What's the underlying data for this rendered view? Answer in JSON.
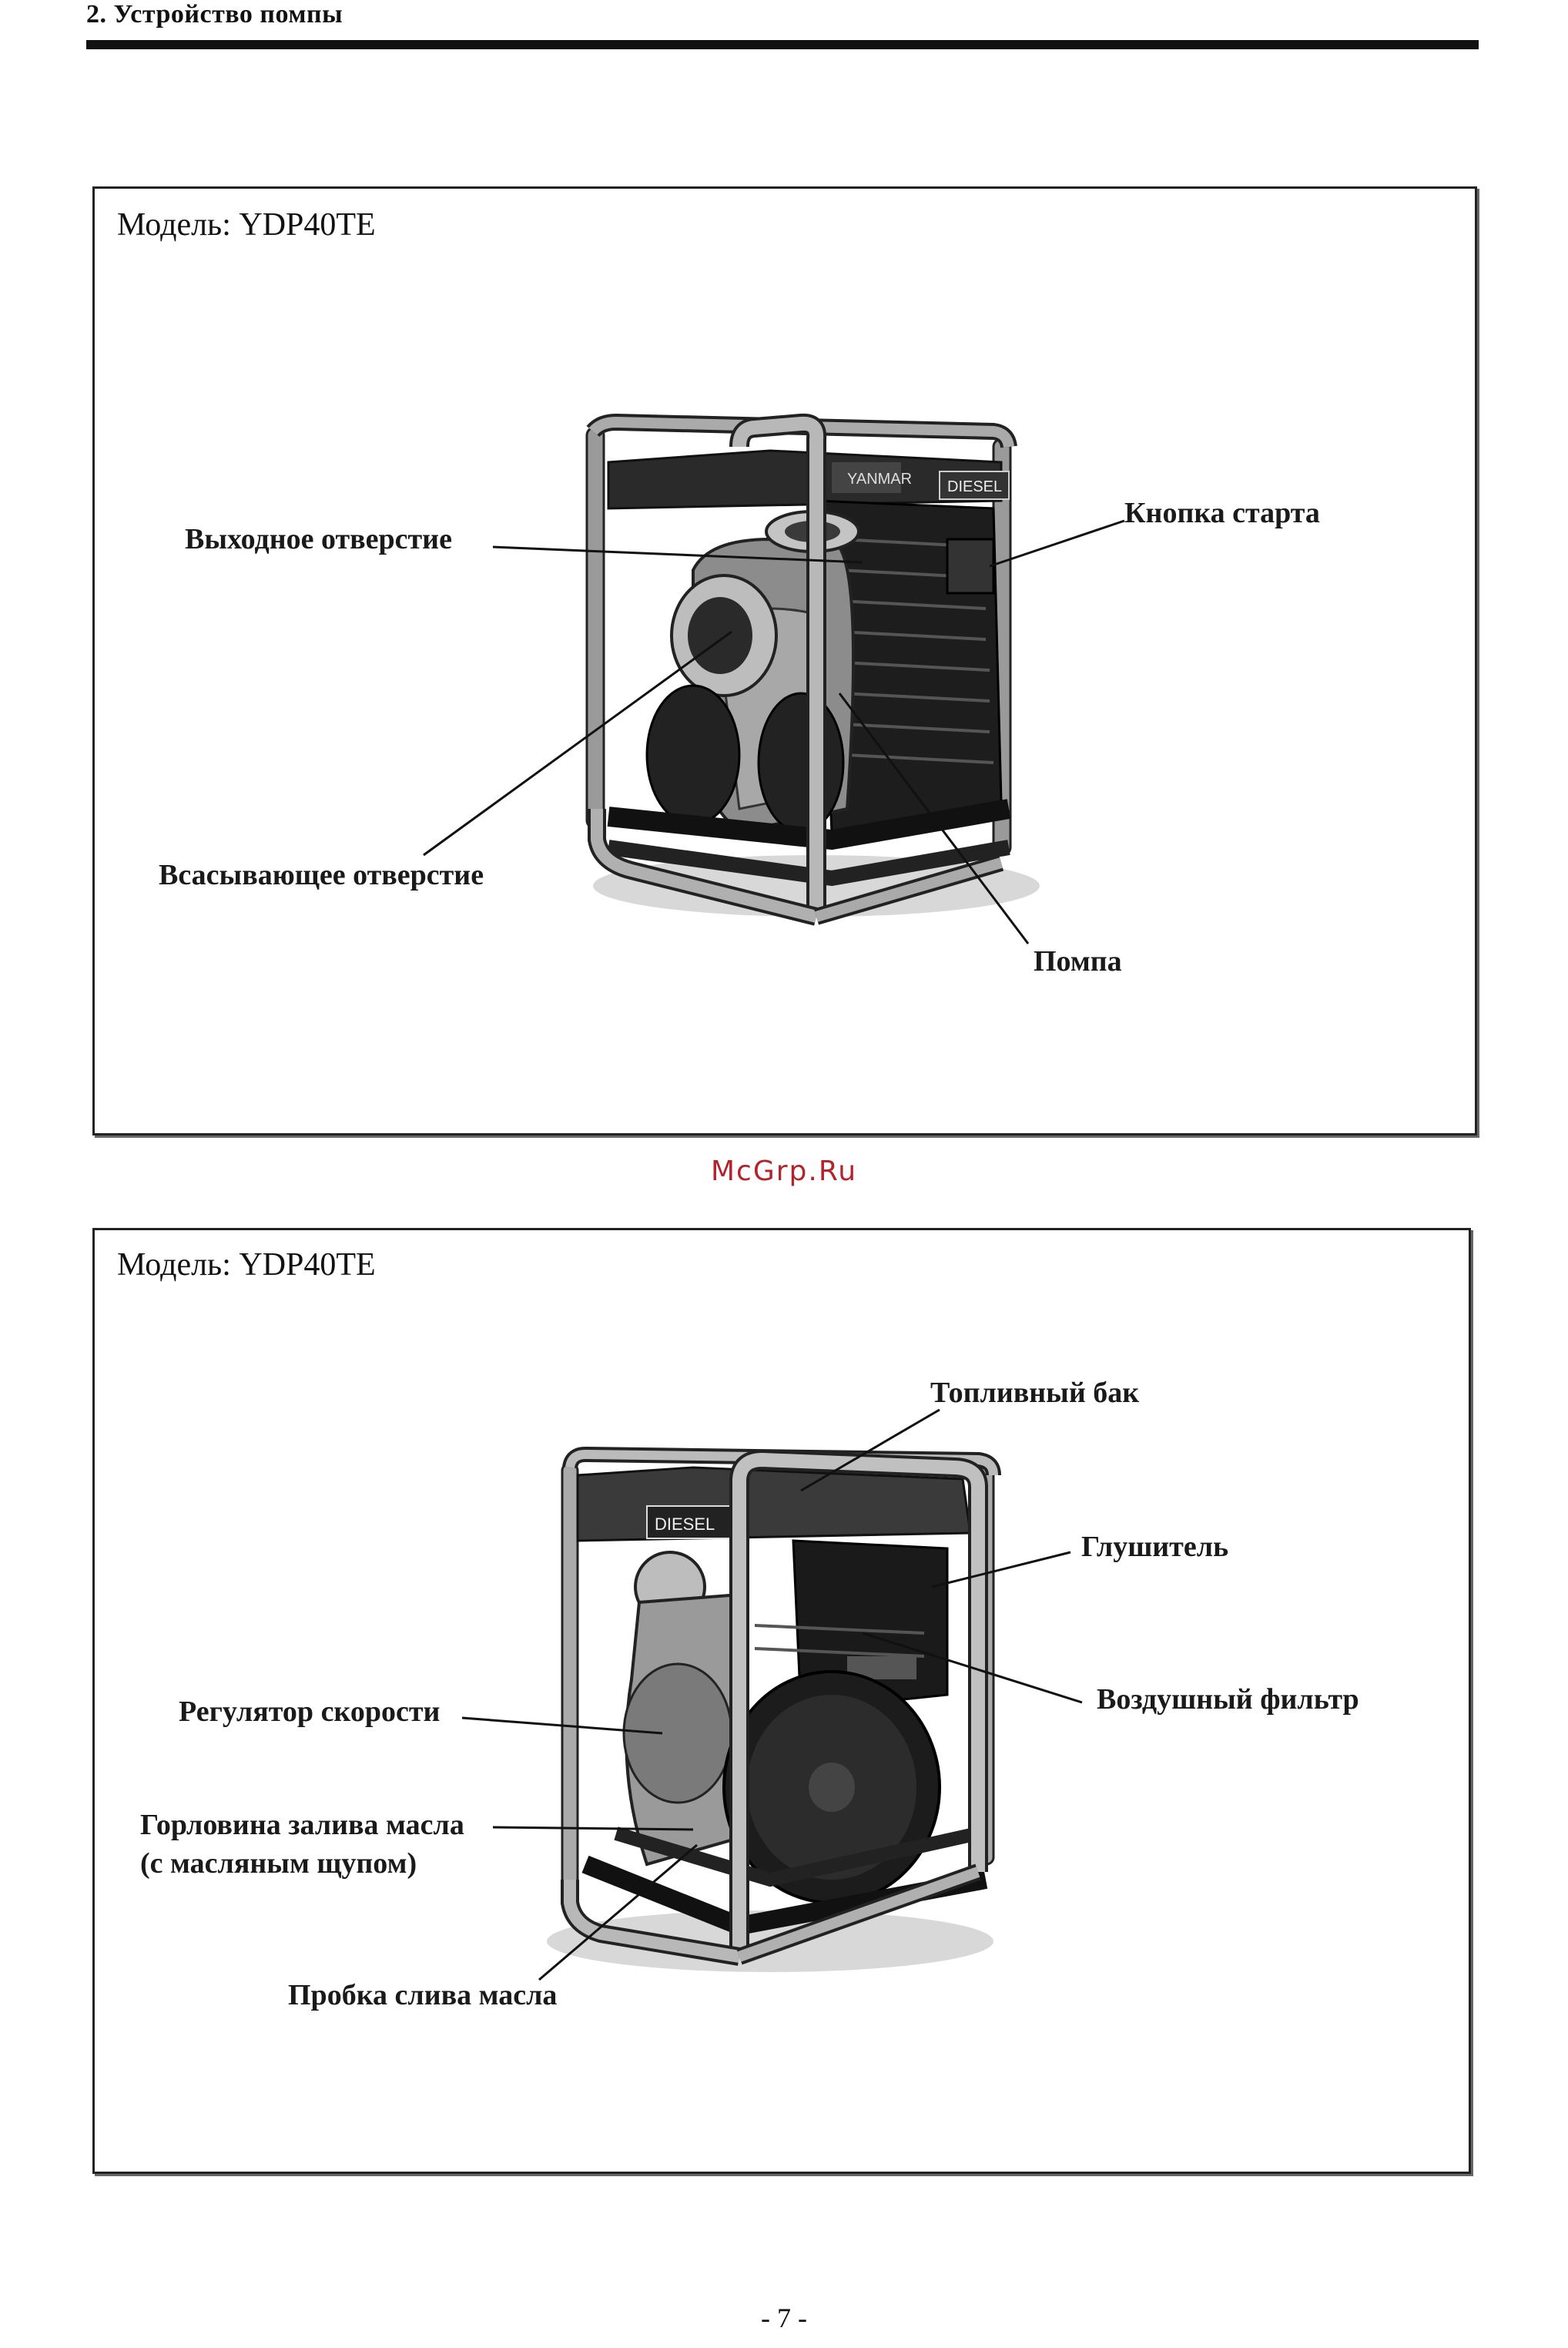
{
  "section": {
    "title": "2.    Устройство помпы"
  },
  "figures": [
    {
      "model": "Модель: YDP40TE",
      "labels": {
        "outlet": "Выходное отверстие",
        "start_button": "Кнопка старта",
        "inlet": "Всасывающее отверстие",
        "pump": "Помпа"
      }
    },
    {
      "model": "Модель: YDP40TE",
      "labels": {
        "fuel_tank": "Топливный бак",
        "muffler": "Глушитель",
        "air_filter": "Воздушный фильтр",
        "speed_regulator": "Регулятор скорости",
        "oil_filler": "Горловина залива масла\n(с масляным щупом)",
        "oil_drain": "Пробка слива масла"
      }
    }
  ],
  "watermark": "McGrp.Ru",
  "page_number": "- 7 -",
  "colors": {
    "watermark": "#b3232b",
    "ink": "#111111"
  },
  "images": [
    "water-pump-photo-front",
    "water-pump-photo-side"
  ]
}
